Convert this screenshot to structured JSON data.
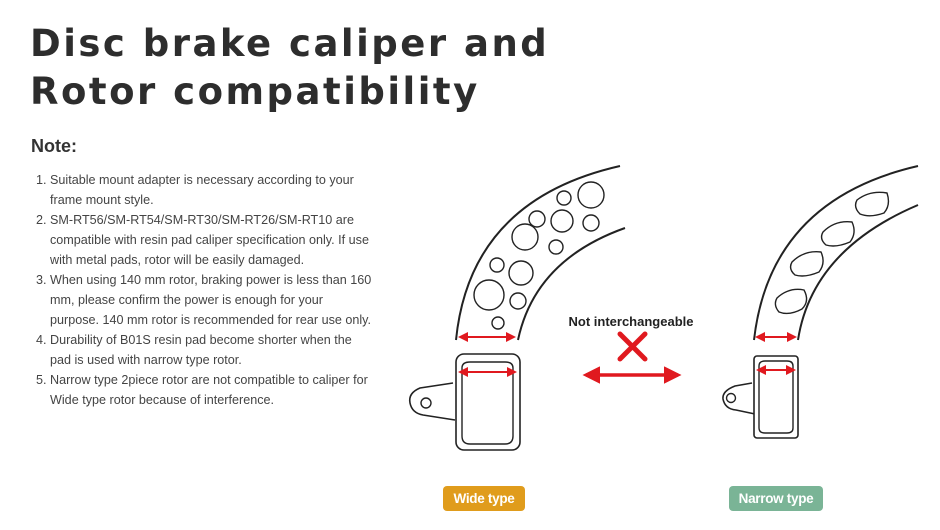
{
  "page": {
    "title": "Disc brake caliper and Rotor compatibility"
  },
  "note": {
    "heading": "Note:",
    "items": [
      "Suitable mount adapter is necessary according to your frame mount style.",
      "SM-RT56/SM-RT54/SM-RT30/SM-RT26/SM-RT10 are compatible with resin pad caliper specification only. If use with metal pads, rotor will be easily damaged.",
      "When using 140 mm rotor, braking power is less than 160 mm, please confirm the power is enough for your purpose. 140 mm rotor is recommended for rear use only.",
      "Durability of B01S resin pad become shorter when the pad is used with narrow type rotor.",
      "Narrow type 2piece rotor are not compatible to caliper for Wide type rotor because of interference."
    ]
  },
  "diagram": {
    "center_label": "Not interchangeable",
    "wide_label": "Wide type",
    "narrow_label": "Narrow type",
    "colors": {
      "wide_badge": "#e09c1c",
      "narrow_badge": "#7ab496",
      "arrow_red": "#e0191f",
      "line": "#222222"
    }
  }
}
